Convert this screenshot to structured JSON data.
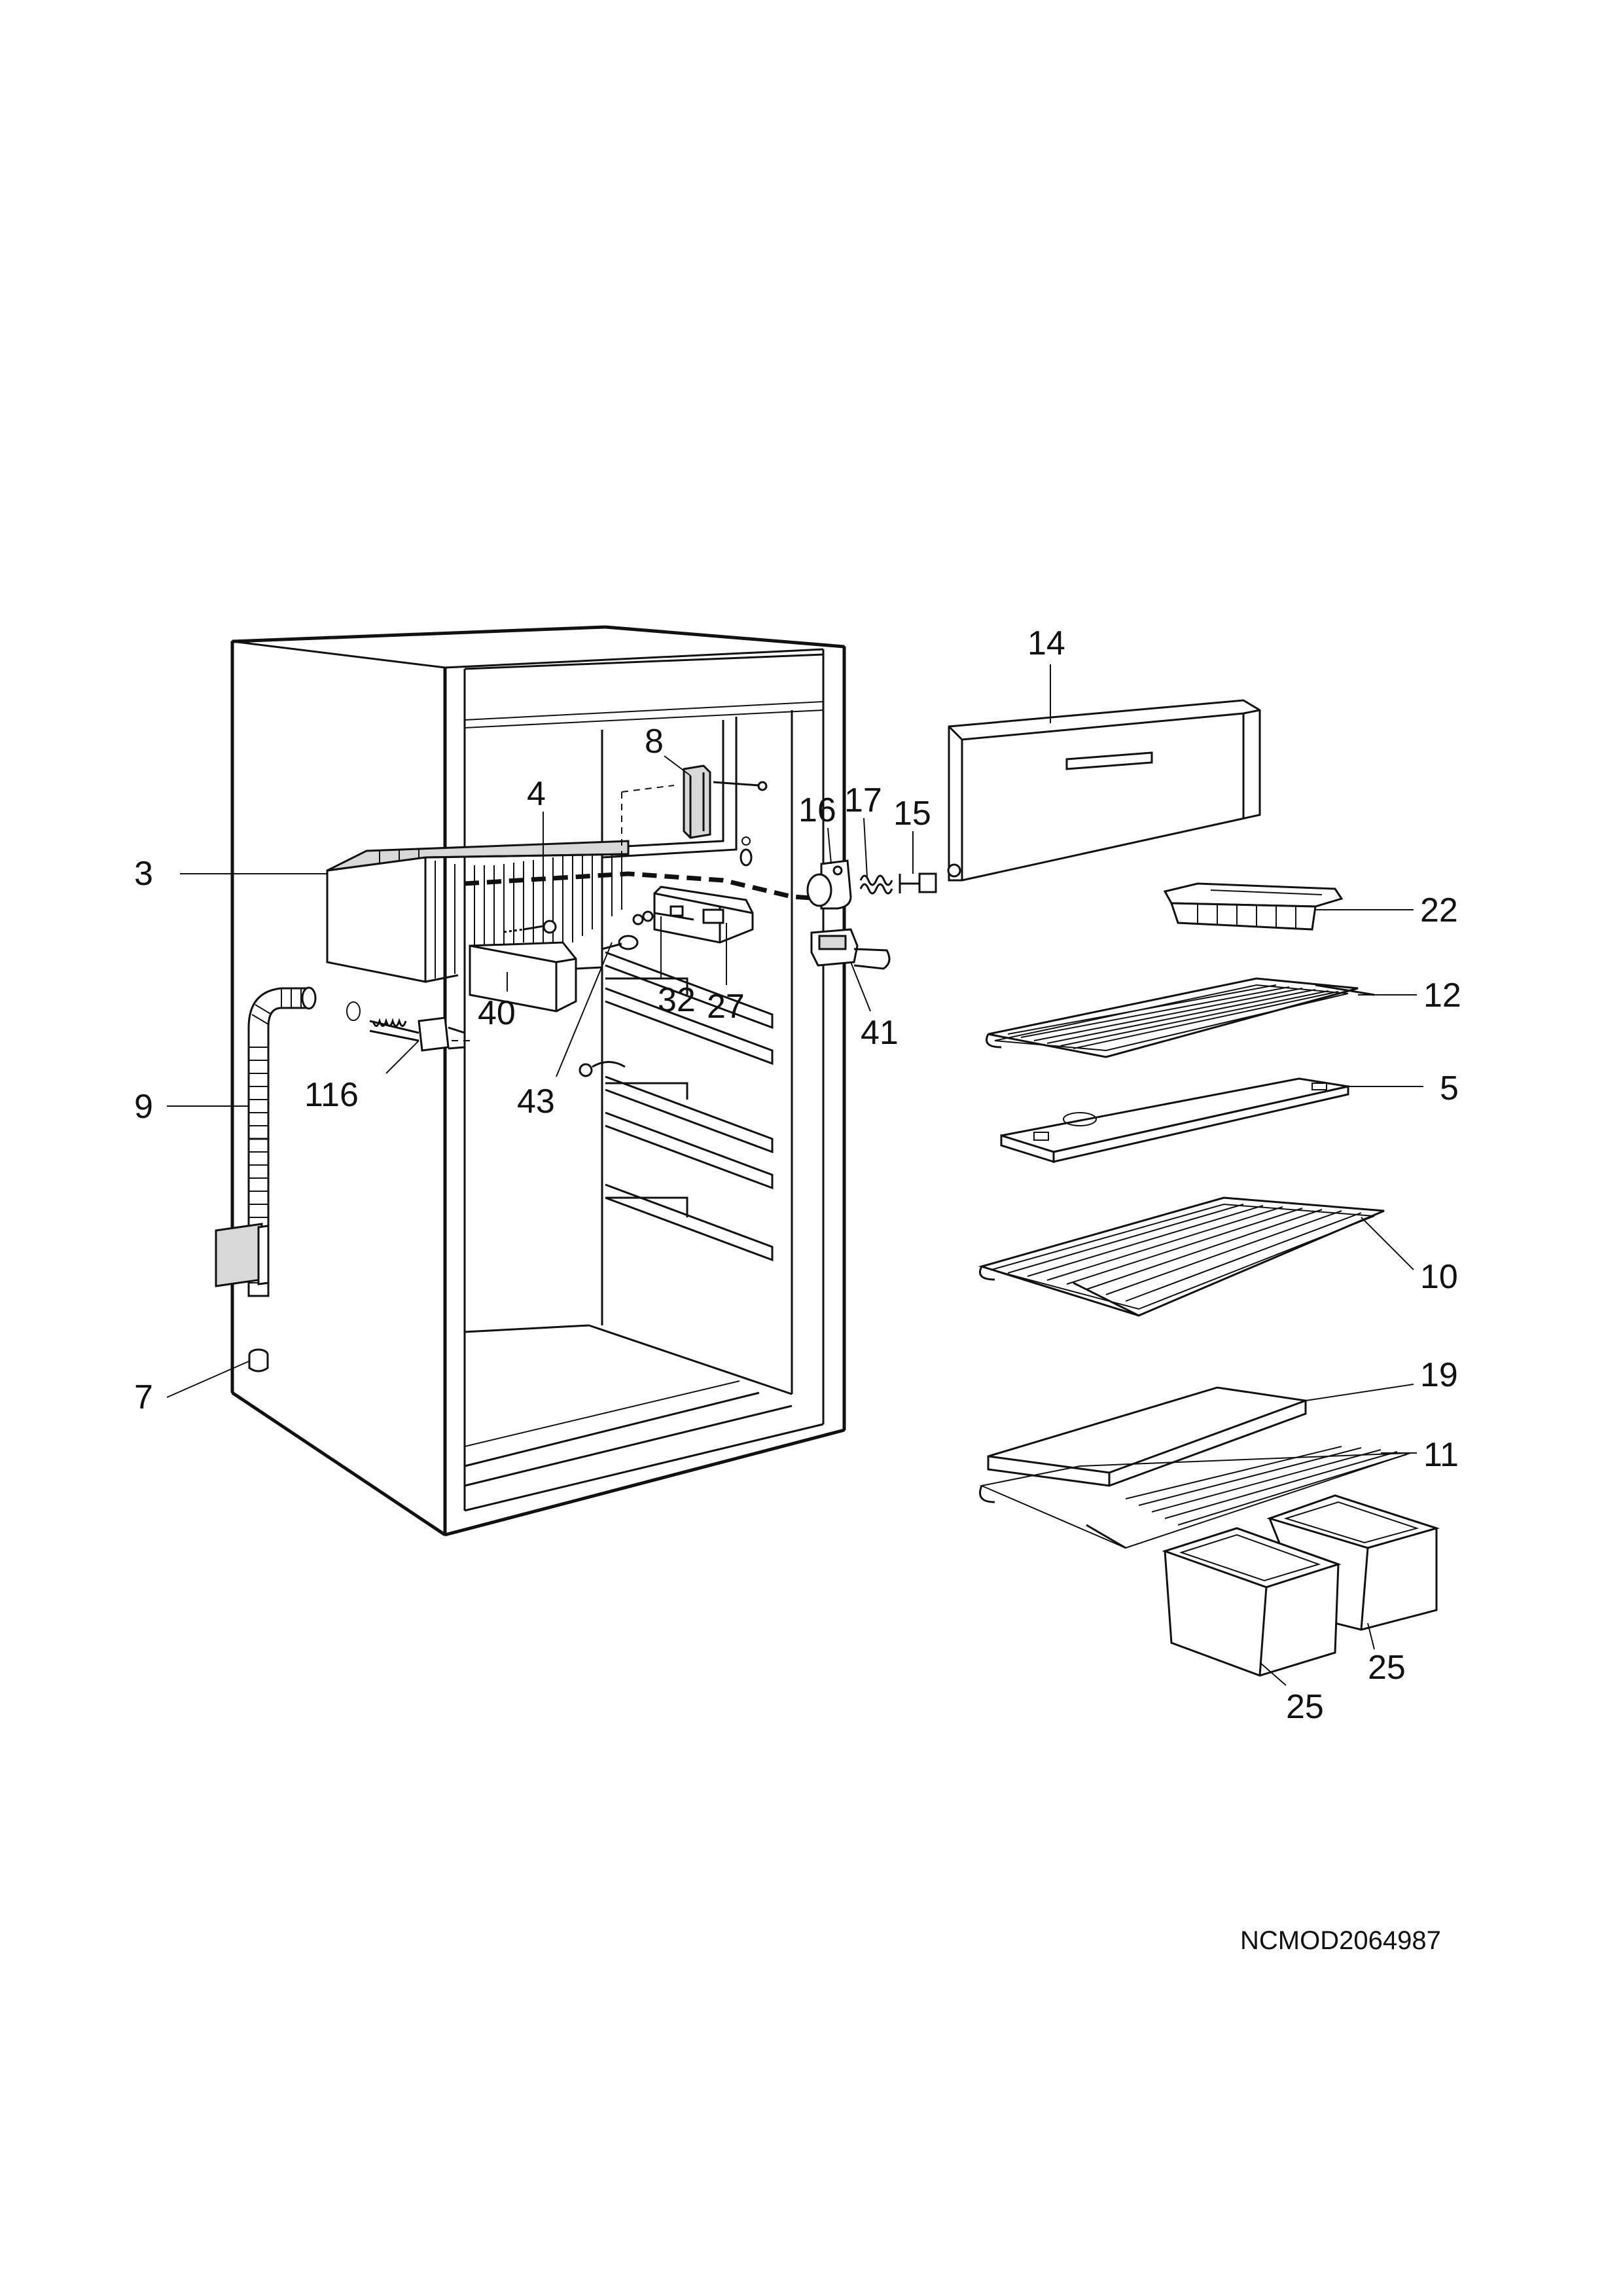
{
  "labels": {
    "l14": "14",
    "l8": "8",
    "l4": "4",
    "l16": "16",
    "l17": "17",
    "l15": "15",
    "l3": "3",
    "l22": "22",
    "l12": "12",
    "l5": "5",
    "l32": "32",
    "l27": "27",
    "l41": "41",
    "l40": "40",
    "l116": "116",
    "l43": "43",
    "l9": "9",
    "l10": "10",
    "l7": "7",
    "l19": "19",
    "l11": "11",
    "l25a": "25",
    "l25b": "25"
  },
  "drawing_code": "NCMOD2064987"
}
